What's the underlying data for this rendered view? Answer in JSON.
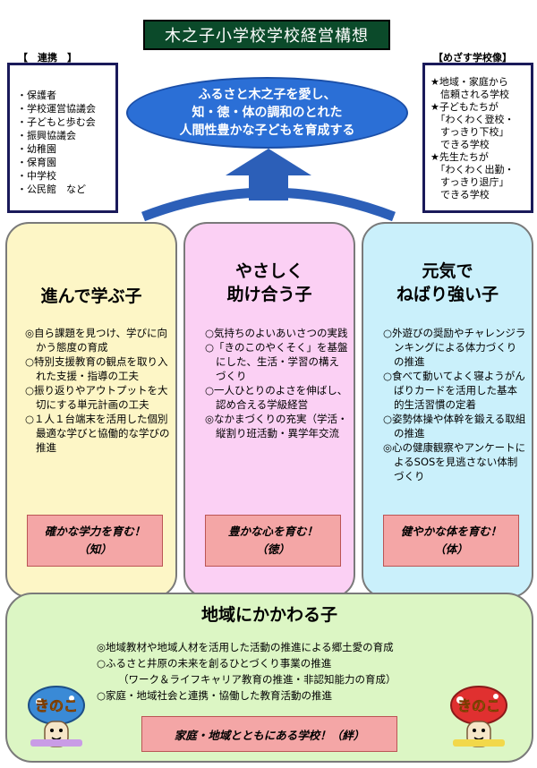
{
  "title": "木之子小学校学校経営構想",
  "renkei": {
    "heading": "【　連携　】",
    "items": [
      "・保護者",
      "・学校運営協議会",
      "・子どもと歩む会",
      "・振興協議会",
      "・幼稚園",
      "・保育園",
      "・中学校",
      "・公民館　など"
    ]
  },
  "mezasu": {
    "heading": "【めざす学校像】",
    "items": [
      "★地域・家庭から",
      "　信頼される学校",
      "★子どもたちが",
      "　「わくわく登校・",
      "　すっきり下校」",
      "　できる学校",
      "★先生たちが",
      "　「わくわく出勤・",
      "　すっきり退庁」",
      "　できる学校"
    ]
  },
  "vision": {
    "line1": "ふるさと木之子を愛し、",
    "line2": "知・徳・体の調和のとれた",
    "line3": "人間性豊かな子どもを育成する"
  },
  "columns": {
    "chi": {
      "title1": "進んで学ぶ子",
      "items": [
        "◎自ら課題を見つけ、学びに向かう態度の育成",
        "○特別支援教育の観点を取り入れた支援・指導の工夫",
        "○振り返りやアウトプットを大切にする単元計画の工夫",
        "○１人１台端末を活用した個別最適な学びと協働的な学びの推進"
      ],
      "pill1": "確かな学力を育む！",
      "pill2": "（知）"
    },
    "toku": {
      "title1": "やさしく",
      "title2": "助け合う子",
      "items": [
        "○気持ちのよいあいさつの実践",
        "○「きのこのやくそく」を基盤にした、生活・学習の構えづくり",
        "○一人ひとりのよさを伸ばし、認め合える学級経営",
        "◎なかまづくりの充実（学活・縦割り班活動・異学年交流"
      ],
      "pill1": "豊かな心を育む！",
      "pill2": "（徳）"
    },
    "tai": {
      "title1": "元気で",
      "title2": "ねばり強い子",
      "items": [
        "○外遊びの奨励やチャレンジランキングによる体力づくりの推進",
        "○食べて動いてよく寝ようがんばりカードを活用した基本的生活習慣の定着",
        "○姿勢体操や体幹を鍛える取組の推進",
        "◎心の健康観察やアンケートによるSOSを見逃さない体制づくり"
      ],
      "pill1": "健やかな体を育む！",
      "pill2": "（体）"
    }
  },
  "bottom": {
    "title": "地域にかかわる子",
    "items": [
      "◎地域教材や地域人材を活用した活動の推進による郷土愛の育成",
      "○ふるさと井原の未来を創るひとづくり事業の推進",
      "（ワーク＆ライフキャリア教育の推進・非認知能力の育成）",
      "○家庭・地域社会と連携・協働した教育活動の推進"
    ],
    "pill": "家庭・地域とともにある学校！（絆）"
  },
  "mascot": {
    "text": "きのこ"
  },
  "colors": {
    "title_bg": "#0b4a2a",
    "vision_bg": "#2b6fd6",
    "chi_bg": "#fdf6c6",
    "toku_bg": "#fbd0f4",
    "tai_bg": "#caf0fb",
    "bottom_bg": "#dcf6c4",
    "pill_bg": "#f4a6a6"
  }
}
